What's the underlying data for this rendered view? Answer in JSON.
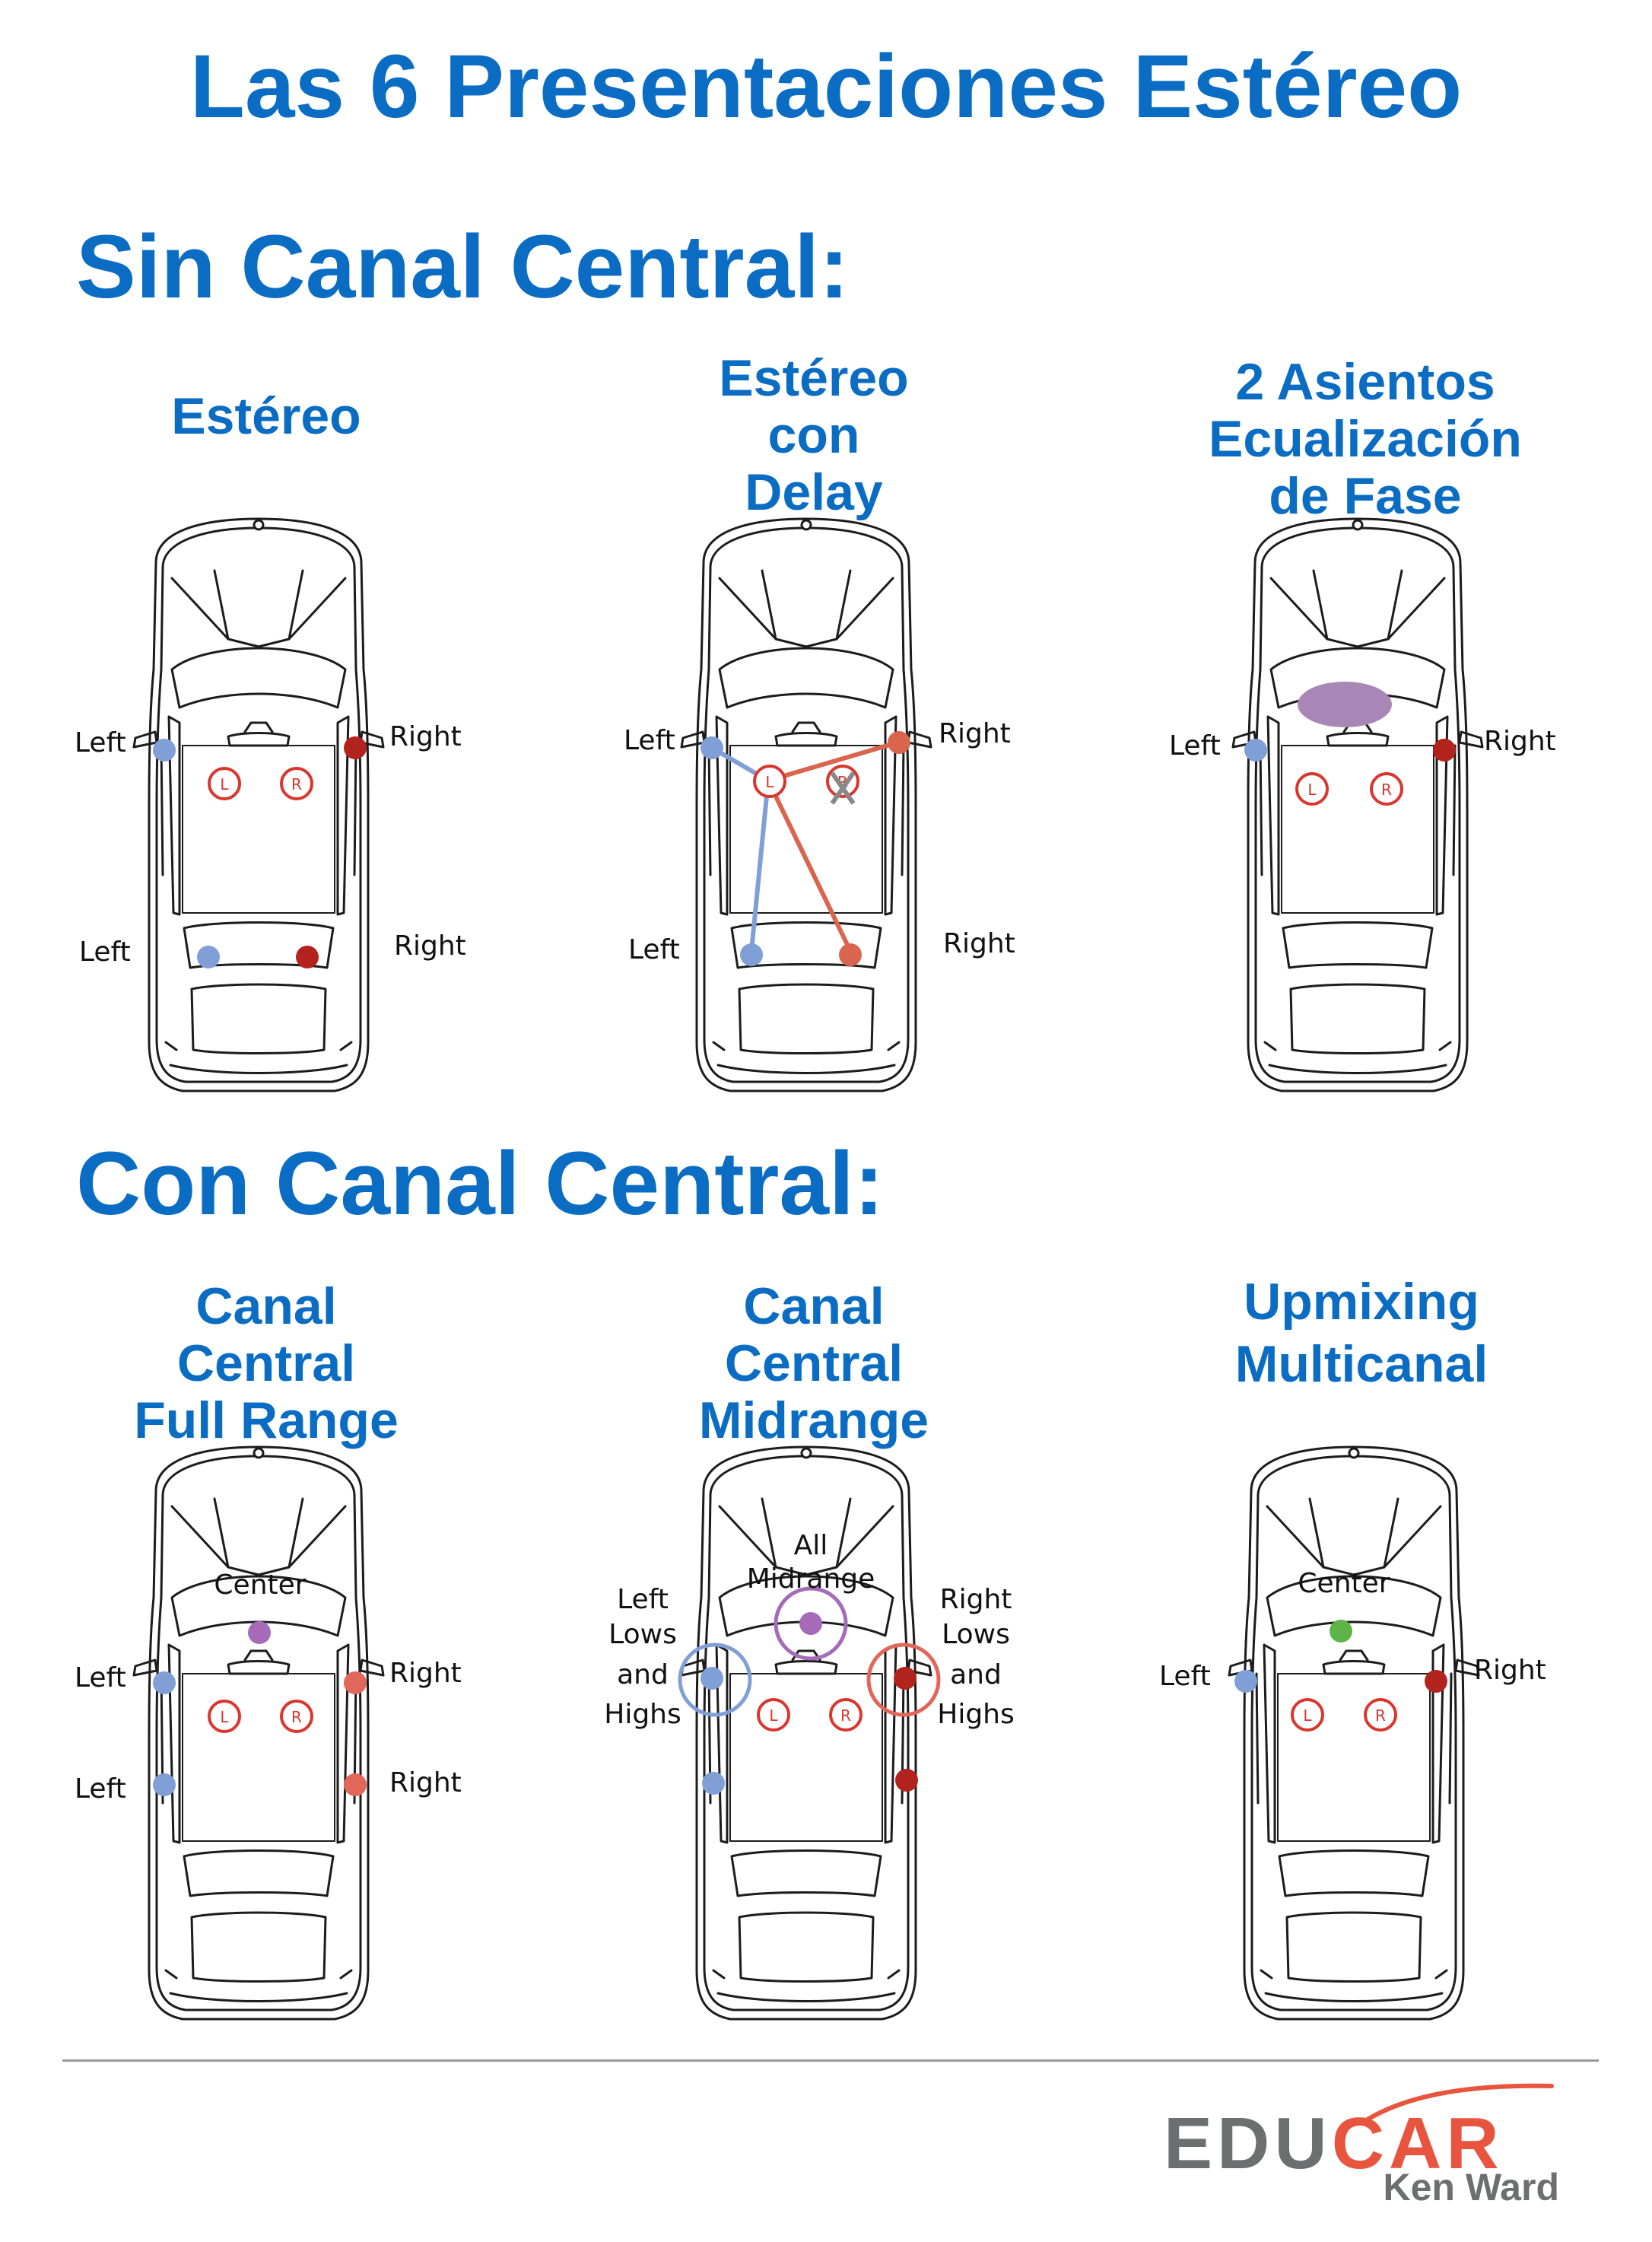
{
  "title": "Las 6 Presentaciones Estéreo",
  "sections": [
    {
      "heading": "Sin Canal Central:",
      "panels": [
        {
          "title_lines": [
            "Estéreo"
          ],
          "labels": {
            "front_left": "Left",
            "front_right": "Right",
            "rear_left": "Left",
            "rear_right": "Right"
          },
          "seat_l": "L",
          "seat_r": "R"
        },
        {
          "title_lines": [
            "Estéreo",
            "con",
            "Delay"
          ],
          "labels": {
            "front_left": "Left",
            "front_right": "Right",
            "rear_left": "Left",
            "rear_right": "Right"
          },
          "seat_l": "L",
          "seat_r": "R"
        },
        {
          "title_lines": [
            "2 Asientos",
            "Ecualización",
            "de Fase"
          ],
          "labels": {
            "front_left": "Left",
            "front_right": "Right"
          },
          "seat_l": "L",
          "seat_r": "R"
        }
      ]
    },
    {
      "heading": "Con Canal Central:",
      "panels": [
        {
          "title_lines": [
            "Canal",
            "Central",
            "Full Range"
          ],
          "labels": {
            "center": "Center",
            "front_left": "Left",
            "front_right": "Right",
            "mid_left": "Left",
            "mid_right": "Right"
          },
          "seat_l": "L",
          "seat_r": "R"
        },
        {
          "title_lines": [
            "Canal",
            "Central",
            "Midrange"
          ],
          "labels": {
            "center_1": "All",
            "center_2": "Midrange",
            "left_1": "Left",
            "left_2": "Lows",
            "left_3": "and",
            "left_4": "Highs",
            "right_1": "Right",
            "right_2": "Lows",
            "right_3": "and",
            "right_4": "Highs"
          },
          "seat_l": "L",
          "seat_r": "R"
        },
        {
          "title_lines": [
            "Upmixing",
            "Multicanal"
          ],
          "labels": {
            "center": "Center",
            "front_left": "Left",
            "front_right": "Right"
          },
          "seat_l": "L",
          "seat_r": "R"
        }
      ]
    }
  ],
  "logo": {
    "word_part_1": "EDU",
    "word_part_2": "CAR",
    "subtitle": "Ken Ward"
  },
  "colors": {
    "title_blue": "#0a6cc2",
    "left_blue": "#7f9fd6",
    "right_red": "#b3231e",
    "rear_red": "#e0675a",
    "purple_blob": "#a887b7",
    "center_purple": "#a56bb8",
    "center_green": "#5db54a",
    "seat_red": "#d9362e",
    "logo_gray": "#6d6e70",
    "logo_orange": "#e8553f"
  }
}
